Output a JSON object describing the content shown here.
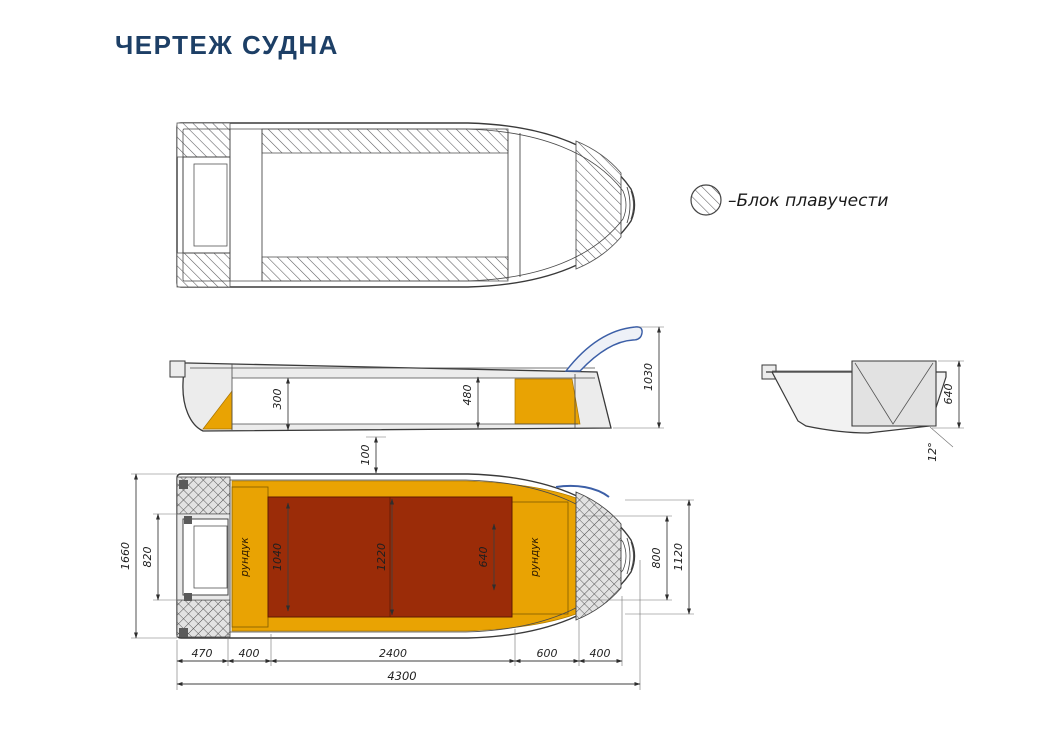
{
  "title": "ЧЕРТЕЖ СУДНА",
  "legend": {
    "label": "–Блок плавучести"
  },
  "colors": {
    "navy": "#1d3f66",
    "orange": "#e9a303",
    "red": "#9b2c08",
    "blue": "#3c5fa7"
  },
  "side_view": {
    "d300": "300",
    "d480": "480",
    "d1030": "1030",
    "d100": "100"
  },
  "transom_view": {
    "d640": "640",
    "deadrise": "12°"
  },
  "plan_view": {
    "beam": "1660",
    "d820": "820",
    "d1040": "1040",
    "d1220": "1220",
    "d640": "640",
    "d800": "800",
    "d1120": "1120",
    "locker_rear": "рундук",
    "locker_front": "рундук",
    "chain": {
      "c470": "470",
      "c400a": "400",
      "c2400": "2400",
      "c600": "600",
      "c400b": "400",
      "total": "4300"
    }
  }
}
